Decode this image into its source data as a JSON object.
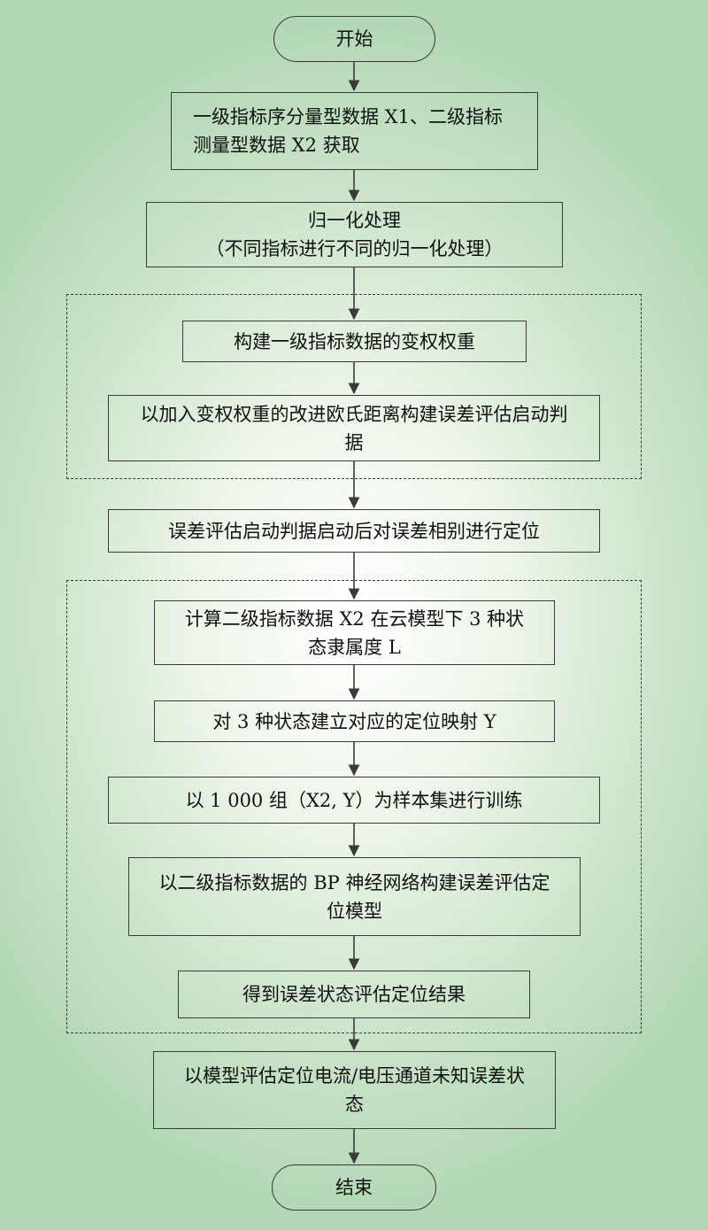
{
  "nodes": {
    "start": "开始",
    "acquire": "一级指标序分量型数据 X1、二级指标测量型数据 X2 获取",
    "normalize": "归一化处理\n（不同指标进行不同的归一化处理）",
    "weight": "构建一级指标数据的变权权重",
    "criterion": "以加入变权权重的改进欧氏距离构建误差评估启动判据",
    "locate_phase": "误差评估启动判据启动后对误差相别进行定位",
    "membership": "计算二级指标数据 X2 在云模型下 3 种状态隶属度 L",
    "mapping": "对 3 种状态建立对应的定位映射 Y",
    "training": "以 1 000 组（X2, Y）为样本集进行训练",
    "bp_model": "以二级指标数据的 BP 神经网络构建误差评估定位模型",
    "result": "得到误差状态评估定位结果",
    "assess": "以模型评估定位电流/电压通道未知误差状态",
    "end": "结束"
  },
  "colors": {
    "border": "#3a3a3a",
    "background_center": "#ffffff",
    "background_edge": "#b4d8b6"
  }
}
